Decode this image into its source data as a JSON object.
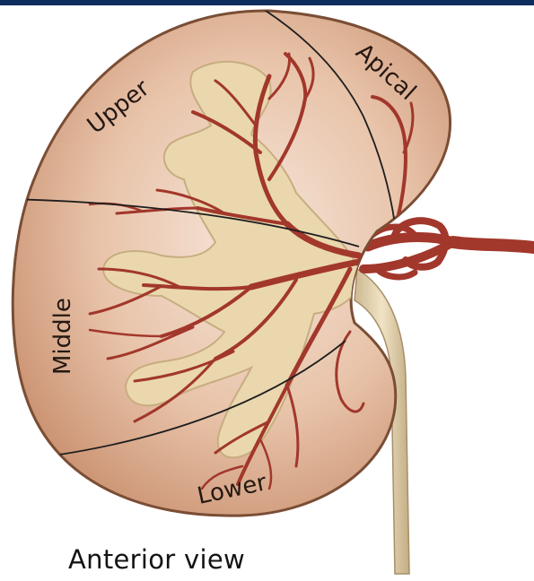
{
  "diagram": {
    "segments": {
      "apical": "Apical",
      "upper": "Upper",
      "middle": "Middle",
      "lower": "Lower"
    },
    "caption": "Anterior view"
  },
  "colors": {
    "cortex": "#e2b79b",
    "outline": "#7a4e35",
    "pelvis": "#ead7ae",
    "artery": "#a2372b",
    "ureter": "#e3d2ad",
    "boundary": "#1e1e1e",
    "top_band": "#0c2d5e"
  }
}
